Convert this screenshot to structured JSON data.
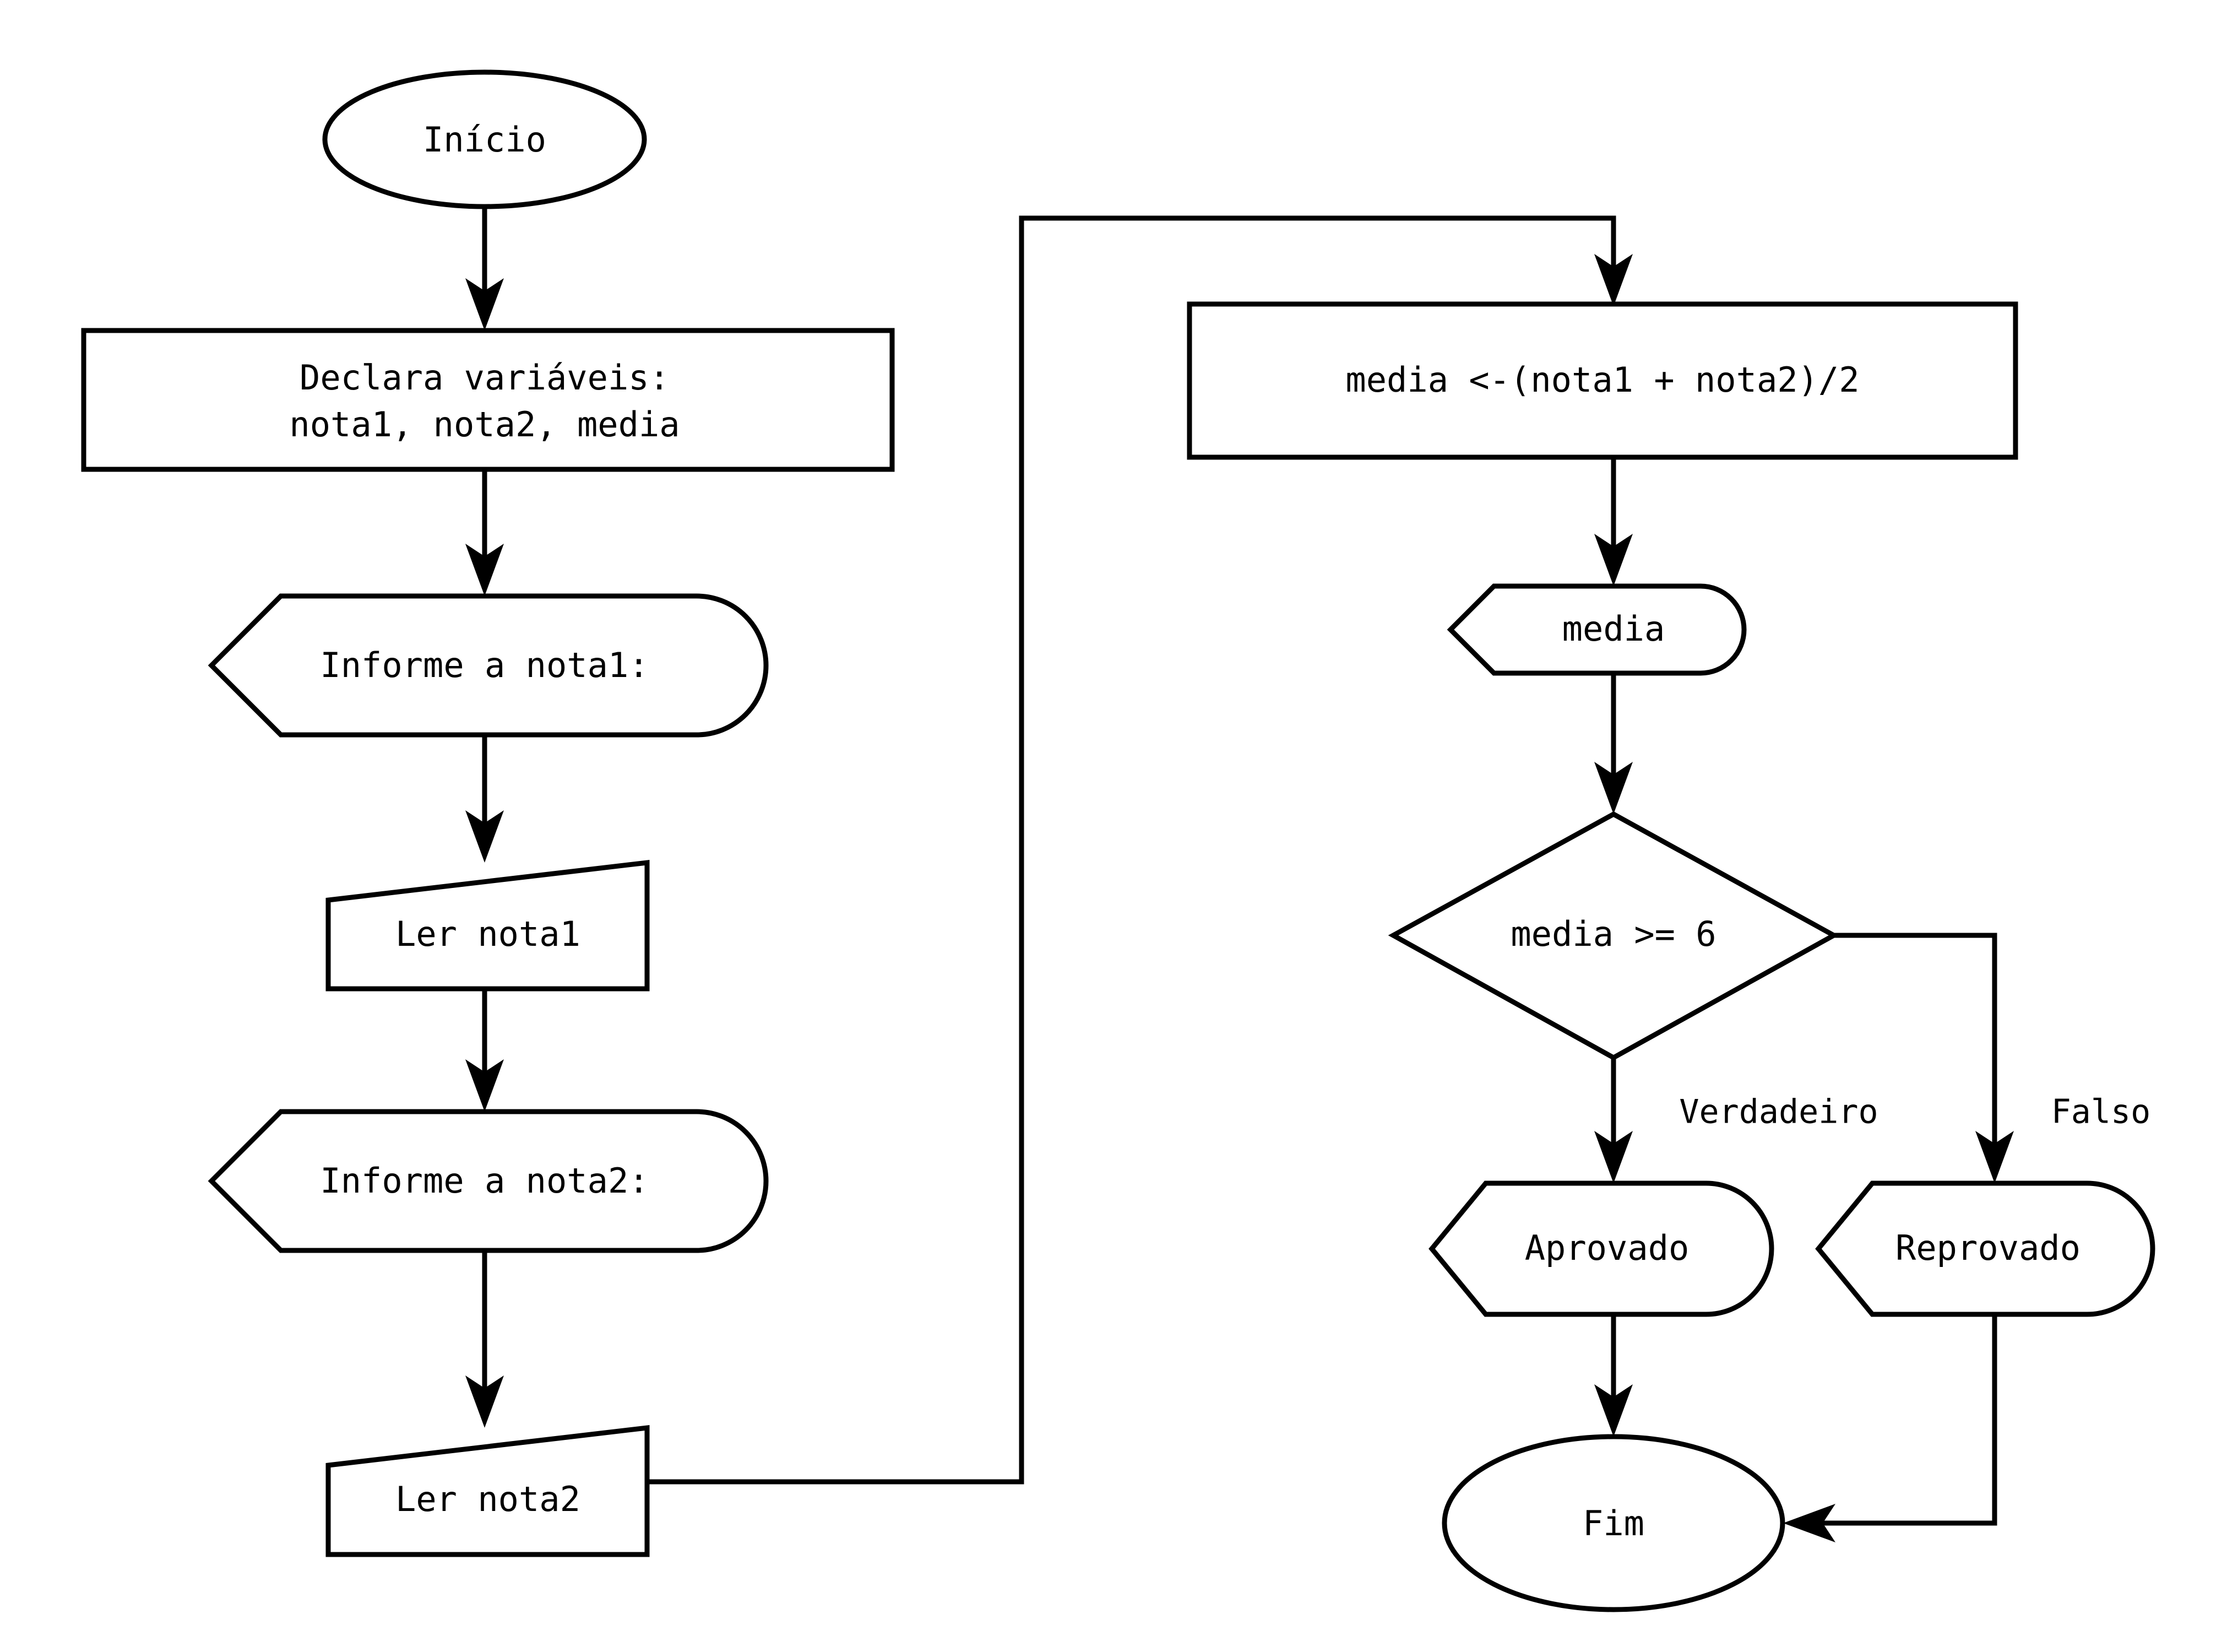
{
  "diagram": {
    "type": "flowchart",
    "language": "pt-BR",
    "background_color": "#ffffff",
    "stroke_color": "#000000",
    "nodes": {
      "start": {
        "label": "Início",
        "shape": "ellipse-terminator"
      },
      "declare": {
        "label_line1": "Declara variáveis:",
        "label_line2": "nota1, nota2, media",
        "shape": "rectangle-process"
      },
      "prompt_nota1": {
        "label": "Informe a nota1:",
        "shape": "display-output"
      },
      "read_nota1": {
        "label": "Ler nota1",
        "shape": "manual-input"
      },
      "prompt_nota2": {
        "label": "Informe a nota2:",
        "shape": "display-output"
      },
      "read_nota2": {
        "label": "Ler nota2",
        "shape": "manual-input"
      },
      "compute_media": {
        "label": "media <-(nota1 + nota2)/2",
        "shape": "rectangle-process"
      },
      "show_media": {
        "label": "media",
        "shape": "display-output"
      },
      "decision": {
        "label": "media >= 6",
        "shape": "diamond-decision"
      },
      "aprovado": {
        "label": "Aprovado",
        "shape": "display-output"
      },
      "reprovado": {
        "label": "Reprovado",
        "shape": "display-output"
      },
      "end": {
        "label": "Fim",
        "shape": "ellipse-terminator"
      }
    },
    "edge_labels": {
      "true_branch": "Verdadeiro",
      "false_branch": "Falso"
    }
  }
}
